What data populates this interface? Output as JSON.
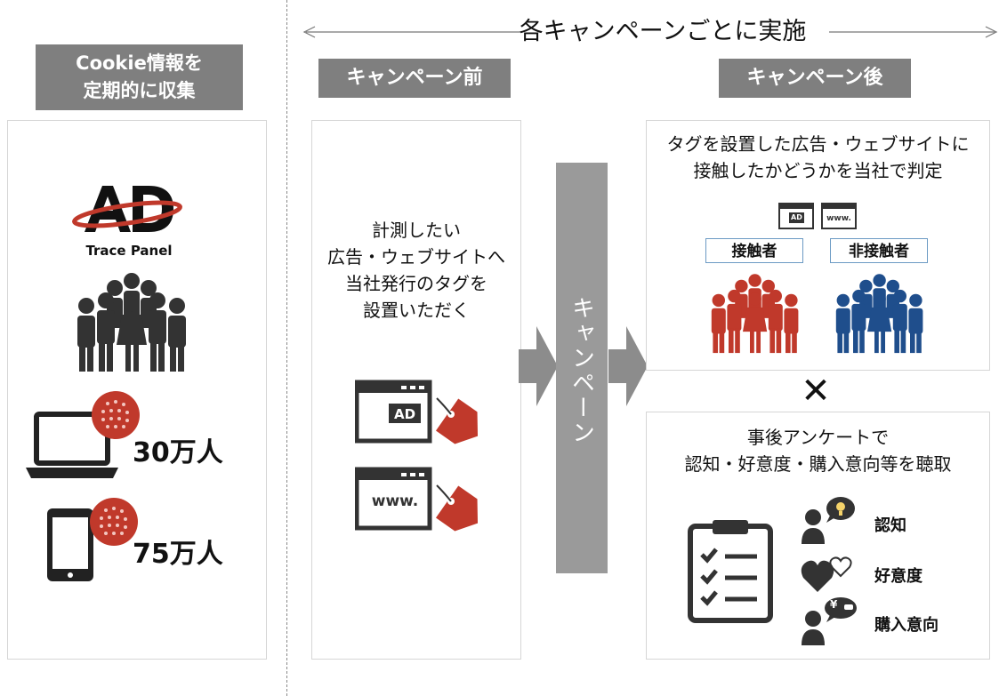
{
  "top_banner": {
    "label": "各キャンペーンごとに実施"
  },
  "left": {
    "header_line1": "Cookie情報を",
    "header_line2": "定期的に収集",
    "logo_text": "Trace Panel",
    "logo_mark": "AD",
    "pc_count": "30万人",
    "mobile_count": "75万人"
  },
  "before": {
    "header": "キャンペーン前",
    "desc_lines": [
      "計測したい",
      "広告・ウェブサイトへ",
      "当社発行のタグを",
      "設置いただく"
    ],
    "ad_icon_text": "AD",
    "www_icon_text": "www."
  },
  "campaign": {
    "label": "キャンペーン"
  },
  "after": {
    "header": "キャンペーン後",
    "desc_line1": "タグを設置した広告・ウェブサイトに",
    "desc_line2": "接触したかどうかを当社で判定",
    "ad_icon_text": "AD",
    "www_icon_text": "www.",
    "contact_label": "接触者",
    "noncontact_label": "非接触者",
    "contact_color": "#c0392b",
    "noncontact_color": "#1f4e8c"
  },
  "cross": {
    "symbol": "✕"
  },
  "survey": {
    "title_line1": "事後アンケートで",
    "title_line2": "認知・好意度・購入意向等を聴取",
    "items": [
      {
        "label": "認知",
        "icon": "person-lightbulb-icon"
      },
      {
        "label": "好意度",
        "icon": "hearts-icon"
      },
      {
        "label": "購入意向",
        "icon": "person-yen-car-icon"
      }
    ],
    "yen_text": "¥"
  }
}
